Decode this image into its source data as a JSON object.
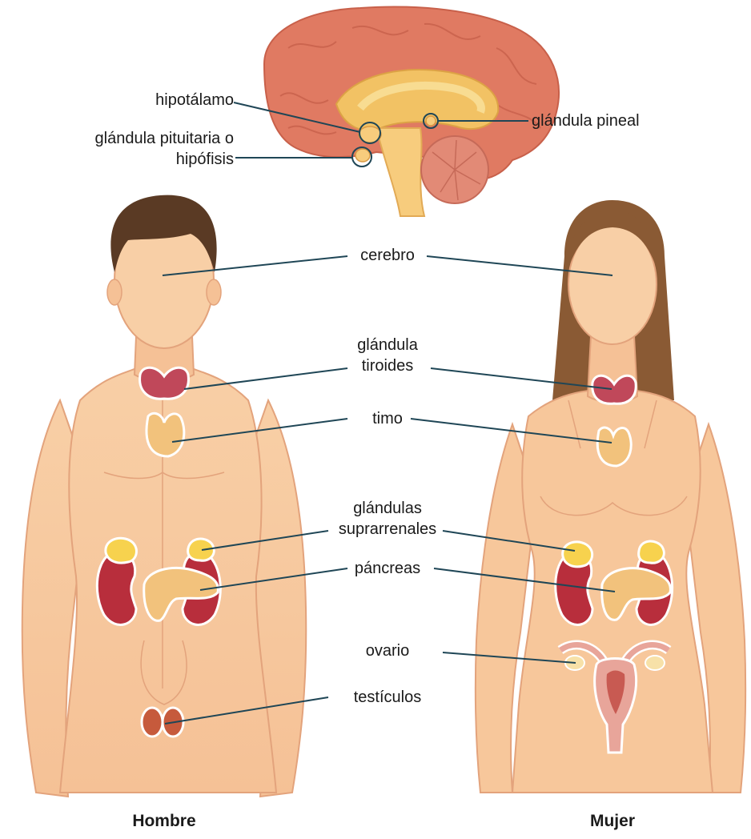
{
  "labels": {
    "hipotalamo": "hipotálamo",
    "pituitaria_1": "glándula pituitaria o",
    "pituitaria_2": "hipófisis",
    "pineal": "glándula pineal",
    "cerebro": "cerebro",
    "tiroides_1": "glándula",
    "tiroides_2": "tiroides",
    "timo": "timo",
    "suprarrenales_1": "glándulas",
    "suprarrenales_2": "suprarrenales",
    "pancreas": "páncreas",
    "ovario": "ovario",
    "testiculos": "testículos"
  },
  "captions": {
    "male": "Hombre",
    "female": "Mujer"
  },
  "colors": {
    "skin": "#f7c79b",
    "skin_outline": "#e3a37c",
    "male_hair": "#5a3a24",
    "female_hair": "#8a5a34",
    "brain": "#e07a62",
    "brain_inner": "#f2c264",
    "thyroid": "#c0485a",
    "kidney": "#b82e3c",
    "adrenal": "#f7d24e",
    "pancreas": "#f2c27c",
    "leader_line": "#1f4656"
  }
}
